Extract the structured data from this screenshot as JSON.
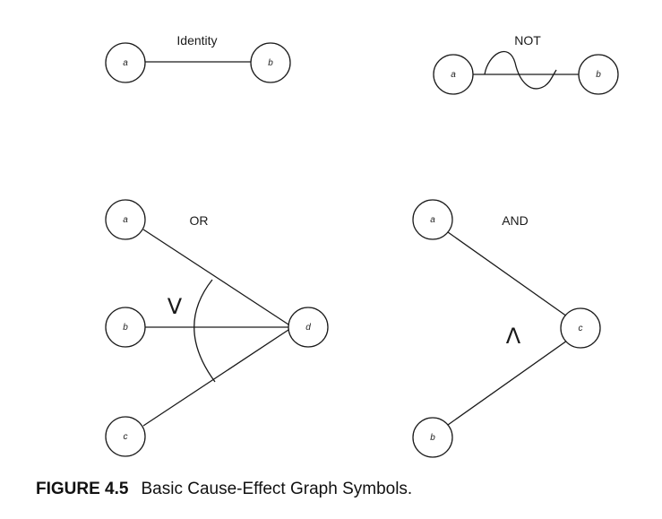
{
  "identity": {
    "title": "Identity",
    "node_a": "a",
    "node_b": "b"
  },
  "not": {
    "title": "NOT",
    "node_a": "a",
    "node_b": "b"
  },
  "or": {
    "title": "OR",
    "symbol": "V",
    "node_a": "a",
    "node_b": "b",
    "node_c": "c",
    "node_d": "d"
  },
  "and": {
    "title": "AND",
    "symbol": "Λ",
    "node_a": "a",
    "node_b": "b",
    "node_c": "c"
  },
  "caption": {
    "figure_number": "FIGURE 4.5",
    "text": "Basic Cause-Effect Graph Symbols."
  }
}
